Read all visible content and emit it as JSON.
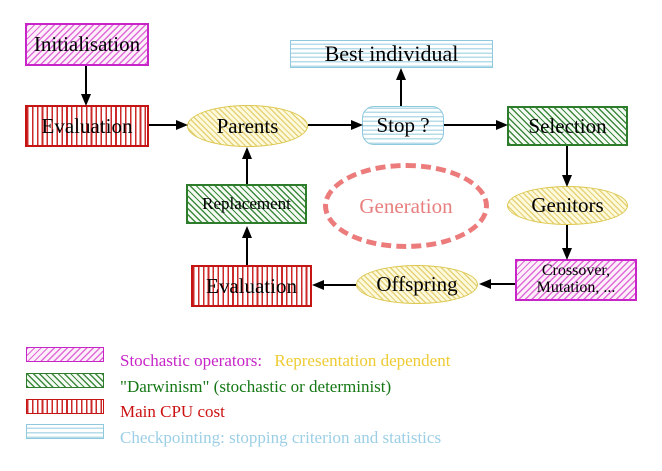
{
  "diagram": {
    "nodes": {
      "initialisation": {
        "label": "Initialisation"
      },
      "evaluation_top": {
        "label": "Evaluation"
      },
      "parents": {
        "label": "Parents"
      },
      "stop": {
        "label": "Stop ?"
      },
      "best_individual": {
        "label": "Best individual"
      },
      "selection": {
        "label": "Selection"
      },
      "genitors": {
        "label": "Genitors"
      },
      "crossover_mutation": {
        "line1": "Crossover,",
        "line2": "Mutation, ..."
      },
      "offspring": {
        "label": "Offspring"
      },
      "evaluation_bottom": {
        "label": "Evaluation"
      },
      "replacement": {
        "label": "Replacement"
      },
      "generation": {
        "label": "Generation"
      }
    },
    "legend": [
      {
        "key": "stochastic-operators",
        "text_primary": "Stochastic operators:",
        "text_secondary": "Representation dependent"
      },
      {
        "key": "darwinism",
        "text_primary": "\"Darwinism\" (stochastic or determinist)"
      },
      {
        "key": "main-cpu-cost",
        "text_primary": "Main CPU cost"
      },
      {
        "key": "checkpointing",
        "text_primary": "Checkpointing: stopping criterion and statistics"
      }
    ],
    "colors": {
      "magenta": "#c725c7",
      "red": "#c41414",
      "green": "#157815",
      "yellow_text": "#eecb33",
      "cyan_text": "#9ccfe6",
      "salmon": "#ec7c7c",
      "yellow_node_border": "#dcc74e",
      "cyan_node_border": "#8ec9dd"
    }
  }
}
